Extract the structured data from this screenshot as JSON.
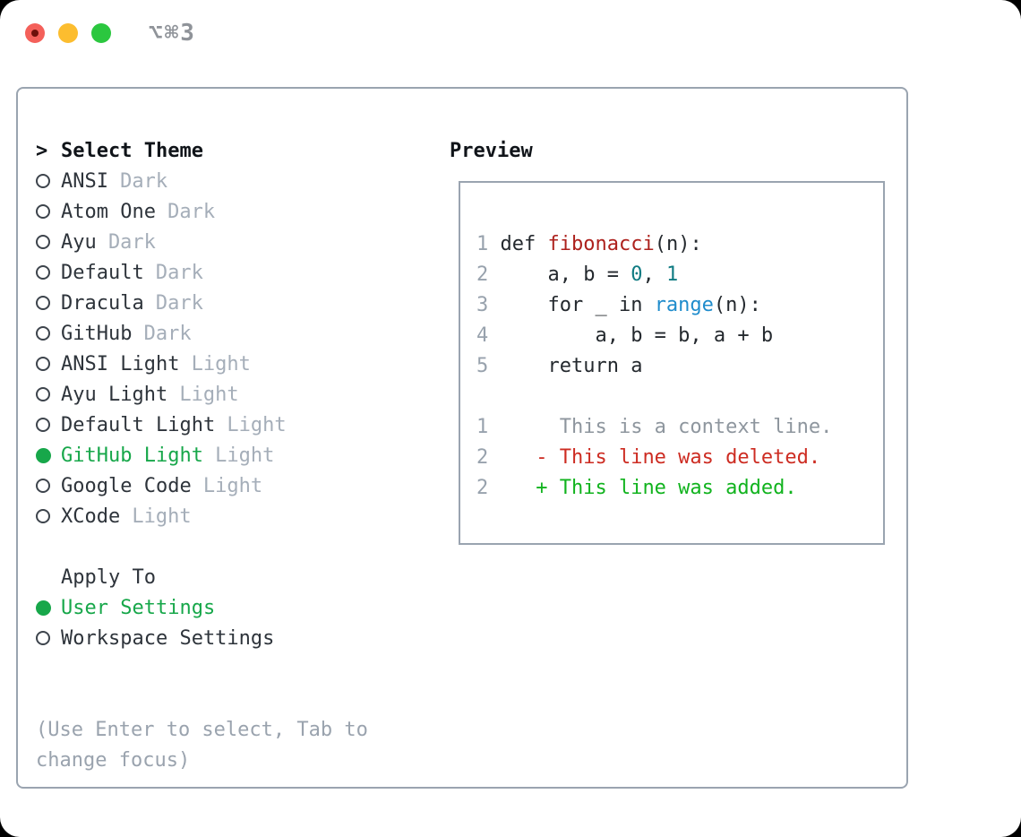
{
  "window": {
    "title": "⌥⌘3",
    "traffic_lights": {
      "close": "close-unsaved",
      "minimize": "minimize",
      "zoom": "zoom"
    }
  },
  "colors": {
    "accent_green": "#17a74a",
    "suffix_gray": "#a5aeb9",
    "hint_gray": "#9aa3ae",
    "border_gray": "#9aa4b0",
    "code_dark": "#24292e",
    "code_number_gray": "#98a2ad",
    "code_function_red": "#ad211d",
    "code_literal_teal": "#0f7b82",
    "code_builtin_blue": "#1f8ccc",
    "diff_context_gray": "#8e969e",
    "diff_deleted_red": "#cd2c22",
    "diff_added_green": "#11b31e",
    "traffic_red": "#f4605a",
    "traffic_yellow": "#fcbd2f",
    "traffic_green": "#2bc73f"
  },
  "theme_list": {
    "prompt": ">",
    "header": "Select Theme",
    "items": [
      {
        "name": "ANSI",
        "variant": "Dark",
        "selected": false
      },
      {
        "name": "Atom One",
        "variant": "Dark",
        "selected": false
      },
      {
        "name": "Ayu",
        "variant": "Dark",
        "selected": false
      },
      {
        "name": "Default",
        "variant": "Dark",
        "selected": false
      },
      {
        "name": "Dracula",
        "variant": "Dark",
        "selected": false
      },
      {
        "name": "GitHub",
        "variant": "Dark",
        "selected": false
      },
      {
        "name": "ANSI Light",
        "variant": "Light",
        "selected": false
      },
      {
        "name": "Ayu Light",
        "variant": "Light",
        "selected": false
      },
      {
        "name": "Default Light",
        "variant": "Light",
        "selected": false
      },
      {
        "name": "GitHub Light",
        "variant": "Light",
        "selected": true
      },
      {
        "name": "Google Code",
        "variant": "Light",
        "selected": false
      },
      {
        "name": "XCode",
        "variant": "Light",
        "selected": false
      }
    ]
  },
  "apply_to": {
    "header": "Apply To",
    "items": [
      {
        "name": "User Settings",
        "selected": true
      },
      {
        "name": "Workspace Settings",
        "selected": false
      }
    ]
  },
  "hint": [
    "(Use Enter to select, Tab to",
    "change focus)"
  ],
  "preview": {
    "header": "Preview",
    "code_lines": [
      {
        "num": "1",
        "tokens": [
          {
            "t": "def ",
            "c": "code"
          },
          {
            "t": "fibonacci",
            "c": "func"
          },
          {
            "t": "(n):",
            "c": "code"
          }
        ]
      },
      {
        "num": "2",
        "tokens": [
          {
            "t": "    a, b = ",
            "c": "code"
          },
          {
            "t": "0",
            "c": "lit"
          },
          {
            "t": ", ",
            "c": "code"
          },
          {
            "t": "1",
            "c": "lit"
          }
        ]
      },
      {
        "num": "3",
        "tokens": [
          {
            "t": "    for _ in ",
            "c": "code"
          },
          {
            "t": "range",
            "c": "builtin"
          },
          {
            "t": "(n):",
            "c": "code"
          }
        ]
      },
      {
        "num": "4",
        "tokens": [
          {
            "t": "        a, b = b, a + b",
            "c": "code"
          }
        ]
      },
      {
        "num": "5",
        "tokens": [
          {
            "t": "    return a",
            "c": "code"
          }
        ]
      },
      {
        "num": "",
        "tokens": []
      },
      {
        "num": "1",
        "tokens": [
          {
            "t": "     This is a context line.",
            "c": "ctx"
          }
        ]
      },
      {
        "num": "2",
        "tokens": [
          {
            "t": "   - This line was deleted.",
            "c": "del"
          }
        ]
      },
      {
        "num": "2",
        "tokens": [
          {
            "t": "   + This line was added.",
            "c": "add"
          }
        ]
      }
    ]
  }
}
